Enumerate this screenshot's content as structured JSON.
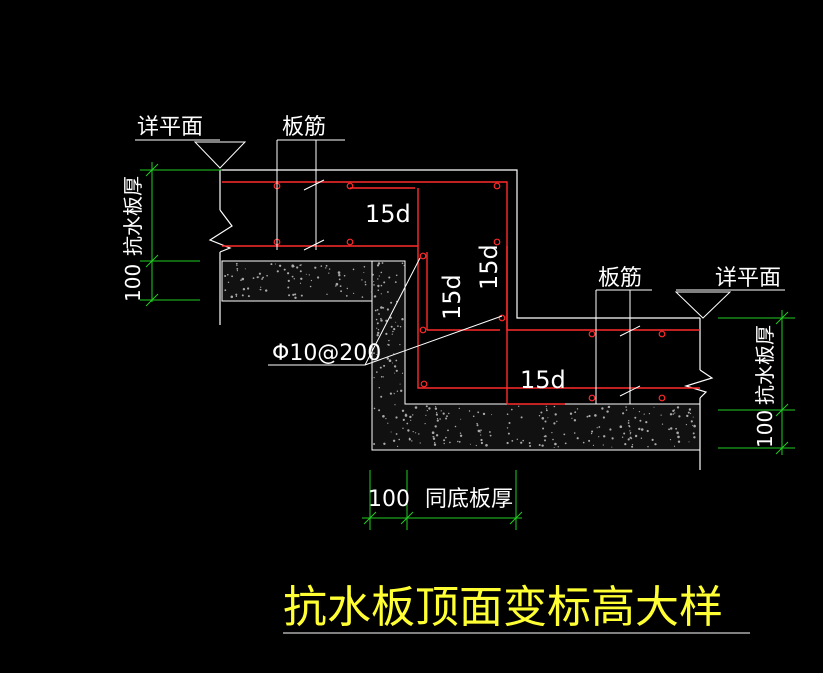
{
  "colors": {
    "background": "#000000",
    "outline": "#ffffff",
    "rebar": "#ff2a2a",
    "dimension": "#22cc22",
    "title": "#ffff33",
    "concrete_speckle": "#aaaaaa"
  },
  "labels": {
    "detail_plan_left": "详平面",
    "detail_plan_right": "详平面",
    "slab_bar_left": "板筋",
    "slab_bar_right": "板筋",
    "slab_thickness_left": "抗水板厚",
    "slab_thickness_right": "抗水板厚",
    "dim_100_left": "100",
    "dim_100_right": "100",
    "dim_100_bottom": "100",
    "same_bottom_thickness": "同底板厚",
    "anchor_15d_top": "15d",
    "anchor_15d_vert_left": "15d",
    "anchor_15d_vert_right": "15d",
    "anchor_15d_bottom": "15d",
    "stirrup_spec": "Φ10@200"
  },
  "title": "抗水板顶面变标高大样"
}
